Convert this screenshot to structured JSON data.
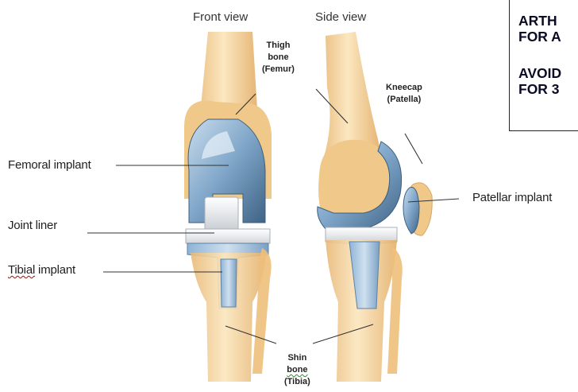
{
  "views": {
    "front": "Front view",
    "side": "Side view"
  },
  "labels": {
    "femoral_implant": "Femoral implant",
    "joint_liner": "Joint liner",
    "tibial_implant_word1": "Tibial",
    "tibial_implant_word2": " implant",
    "patellar_implant": "Patellar implant",
    "thigh_bone_1": "Thigh",
    "thigh_bone_2": "bone",
    "thigh_bone_3": "(Femur)",
    "kneecap_1": "Kneecap",
    "kneecap_2": "(Patella)",
    "shin_bone_1": "Shin",
    "shin_bone_2": "bone",
    "shin_bone_3": "(Tibia)"
  },
  "notice": {
    "line1": "ARTH",
    "line2": "FOR A",
    "line3": "AVOID",
    "line4": "FOR 3"
  },
  "colors": {
    "bone": "#f4d49a",
    "bone_shade": "#e2b06a",
    "metal": "#7fa6c8",
    "metal_dark": "#4d7396",
    "liner": "#f2f4f6",
    "leader": "#333333"
  }
}
